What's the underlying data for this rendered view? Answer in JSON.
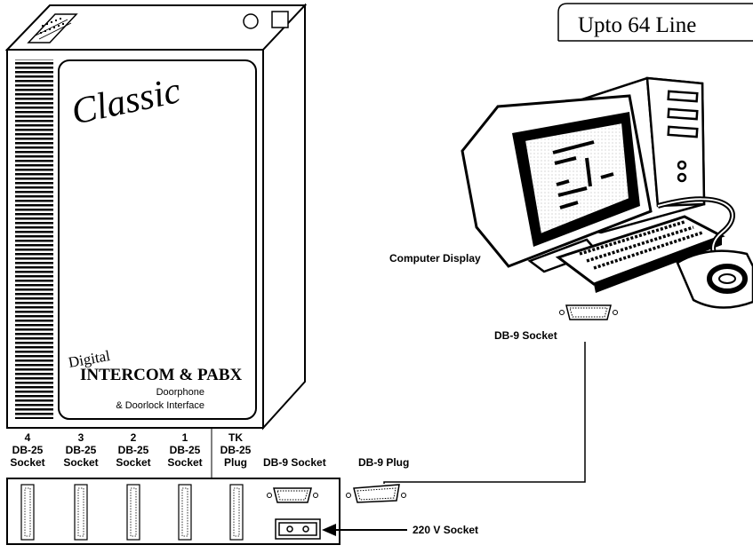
{
  "badge": "Upto 64 Line",
  "pabx": {
    "brand": "Classic",
    "digital": "Digital",
    "title": "INTERCOM & PABX",
    "line1": "Doorphone",
    "line2": "& Doorlock Interface"
  },
  "computer_label": "Computer Display",
  "ports": [
    {
      "id": "4",
      "type": "DB-25",
      "kind": "Socket"
    },
    {
      "id": "3",
      "type": "DB-25",
      "kind": "Socket"
    },
    {
      "id": "2",
      "type": "DB-25",
      "kind": "Socket"
    },
    {
      "id": "1",
      "type": "DB-25",
      "kind": "Socket"
    },
    {
      "id": "TK",
      "type": "DB-25",
      "kind": "Plug"
    }
  ],
  "panel_db9_socket": "DB-9 Socket",
  "cable_db9_plug": "DB-9 Plug",
  "computer_db9_socket": "DB-9 Socket",
  "power_socket": "220 V Socket"
}
